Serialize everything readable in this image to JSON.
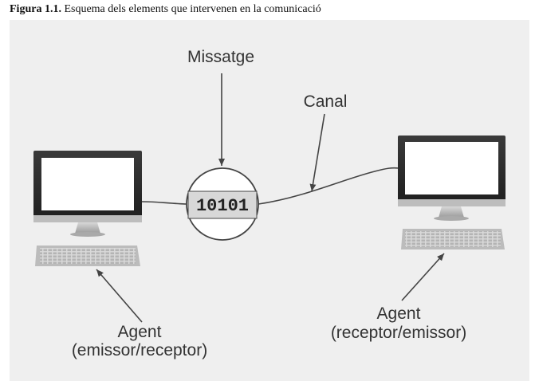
{
  "caption": {
    "number": "Figura 1.1.",
    "text": "Esquema dels elements que intervenen en la comunicació"
  },
  "labels": {
    "message": "Missatge",
    "channel": "Canal",
    "agent_left_title": "Agent",
    "agent_left_role": "(emissor/receptor)",
    "agent_right_title": "Agent",
    "agent_right_role": "(receptor/emissor)",
    "bits": "10101"
  },
  "colors": {
    "background": "#efefef",
    "line": "#444444",
    "monitor": "#2a2a2a",
    "screen": "#ffffff"
  }
}
